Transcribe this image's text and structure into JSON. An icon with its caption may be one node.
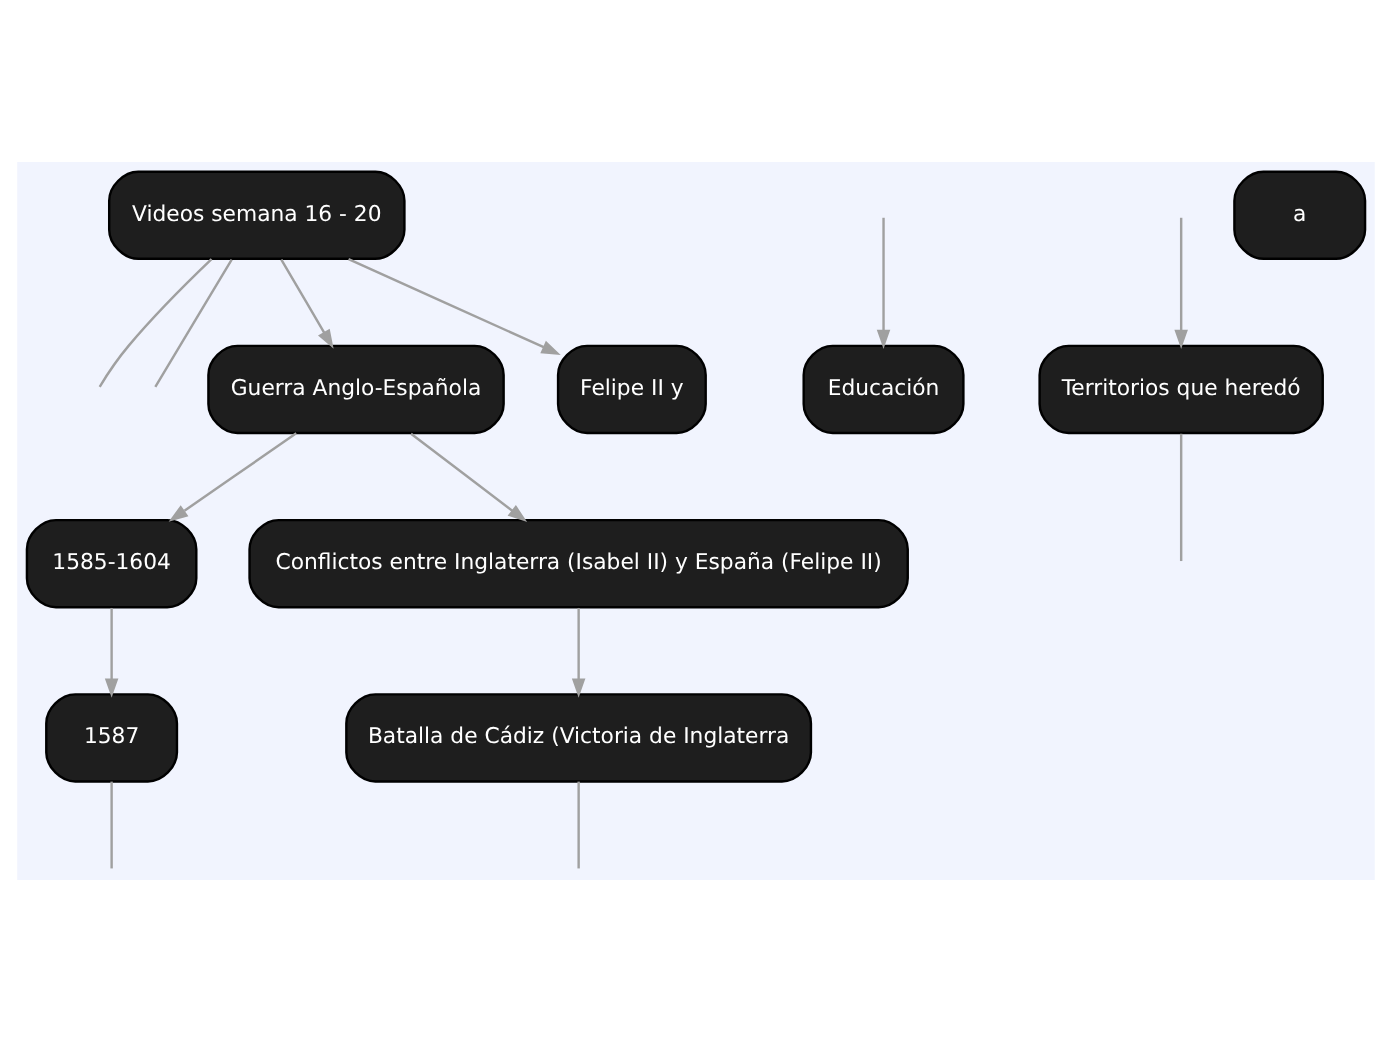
{
  "diagram": {
    "nodes": [
      {
        "text": [
          "Videos semana 16 - 20"
        ]
      },
      {
        "text": [
          "a"
        ]
      },
      {
        "text": [
          "Guerra Anglo-Española"
        ]
      },
      {
        "text": [
          "Felipe II y"
        ]
      },
      {
        "text": [
          "1585-1604"
        ]
      },
      {
        "text": [
          "Conflictos entre Inglaterra (Isabel II) y España (Felipe II)"
        ]
      },
      {
        "text": [
          "Territorios que heredó"
        ]
      },
      {
        "text": [
          "Educación"
        ]
      },
      {
        "text": [
          "1587"
        ]
      },
      {
        "text": [
          "Batalla de Cádiz (Victoria de Inglaterra"
        ]
      }
    ],
    "edges": [
      {
        "from": 0,
        "to": null,
        "arrow": "none"
      },
      {
        "from": 0,
        "to": 2,
        "arrow": "to"
      },
      {
        "from": 0,
        "to": 3,
        "arrow": "to"
      },
      {
        "from": 0,
        "to": null,
        "arrow": "none"
      },
      {
        "from": 2,
        "to": 4,
        "arrow": "to"
      },
      {
        "from": 2,
        "to": 5,
        "arrow": "to"
      },
      {
        "from": 6,
        "to": null,
        "arrow": "none"
      },
      {
        "from": null,
        "to": 6,
        "arrow": "to"
      },
      {
        "from": null,
        "to": 7,
        "arrow": "to"
      },
      {
        "from": 4,
        "to": 8,
        "arrow": "to"
      },
      {
        "from": 5,
        "to": 9,
        "arrow": "to"
      },
      {
        "from": 8,
        "to": null,
        "arrow": "none"
      },
      {
        "from": 9,
        "to": null,
        "arrow": "none"
      }
    ]
  }
}
